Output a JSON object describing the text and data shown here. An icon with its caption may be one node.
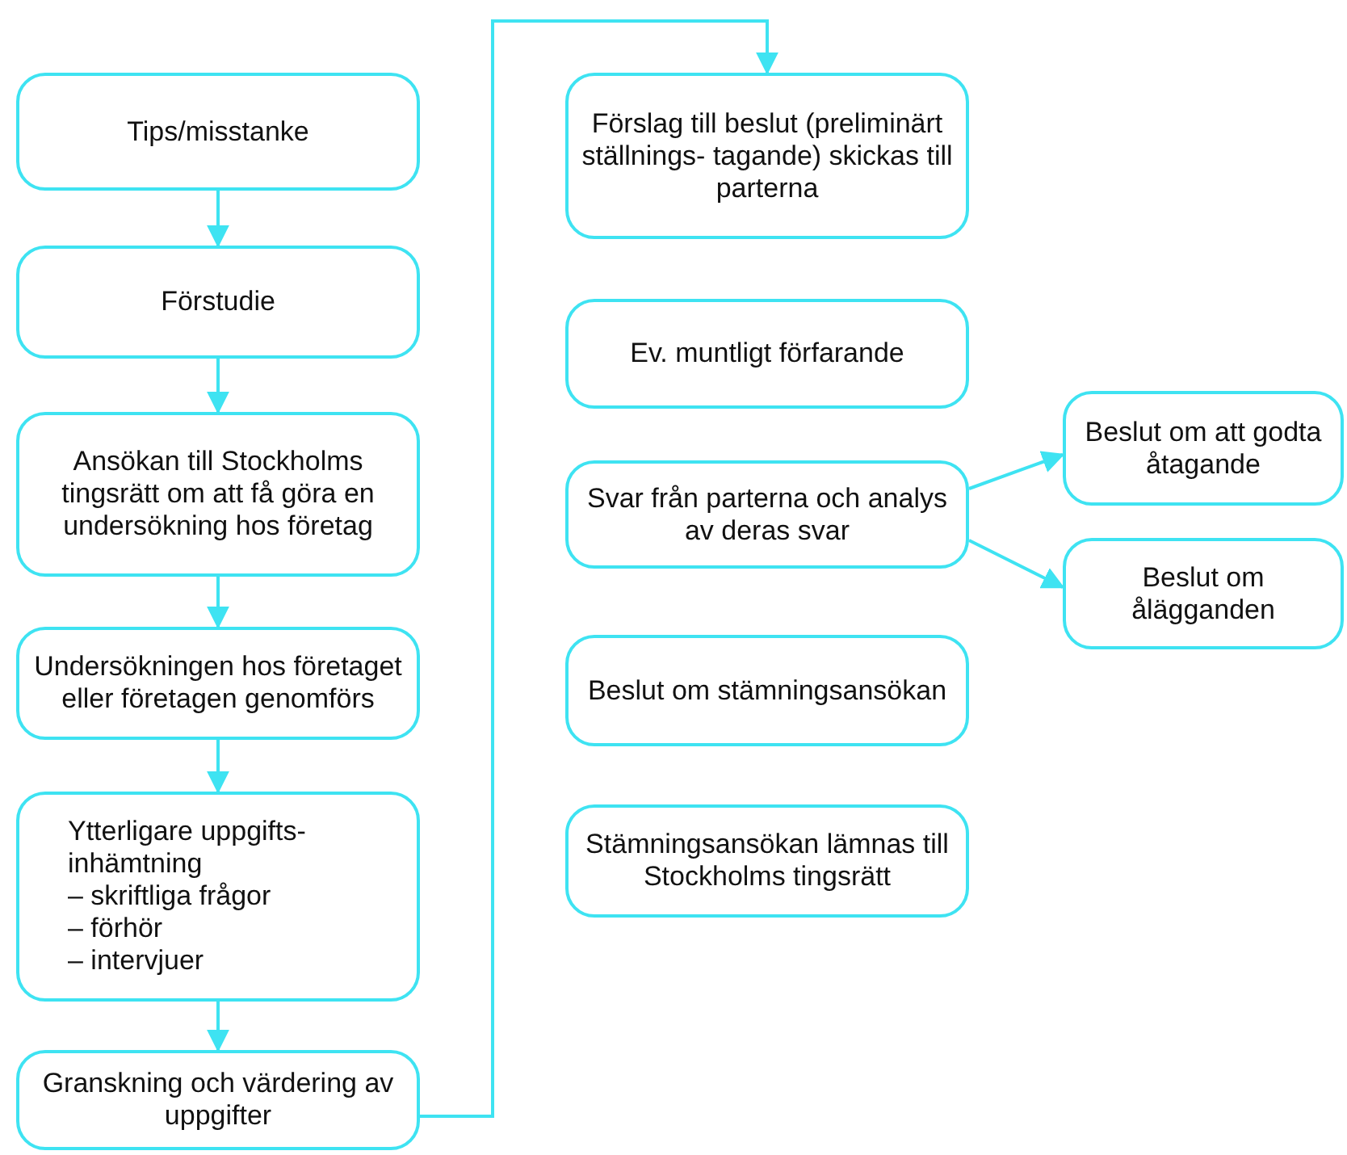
{
  "diagram": {
    "nodes": [
      {
        "text": [
          "Tips/misstanke"
        ]
      },
      {
        "text": [
          "Förstudie"
        ]
      },
      {
        "text": [
          "Ansökan till Stockholms tingsrätt om att få göra en undersökning hos företag"
        ]
      },
      {
        "text": [
          "Undersökningen hos företaget eller företagen genomförs"
        ]
      },
      {
        "text": [
          "Ytterligare uppgifts- inhämtning",
          "– skriftliga frågor",
          "– förhör",
          "– intervjuer"
        ]
      },
      {
        "text": [
          "Granskning och värdering av uppgifter"
        ]
      },
      {
        "text": [
          "Förslag till beslut (preliminärt ställnings- tagande) skickas till parterna"
        ]
      },
      {
        "text": [
          "Ev. muntligt förfarande"
        ]
      },
      {
        "text": [
          "Svar från parterna och analys av deras svar"
        ]
      },
      {
        "text": [
          "Beslut om stämningsansökan"
        ]
      },
      {
        "text": [
          "Stämningsansökan lämnas till Stockholms tingsrätt"
        ]
      },
      {
        "text": [
          "Beslut om att godta åtagande"
        ]
      },
      {
        "text": [
          "Beslut om ålägganden"
        ]
      }
    ],
    "edges": [
      {
        "from": 0,
        "to": 1,
        "arrow": "to"
      },
      {
        "from": 1,
        "to": 2,
        "arrow": "to"
      },
      {
        "from": 2,
        "to": 3,
        "arrow": "to"
      },
      {
        "from": 3,
        "to": 4,
        "arrow": "to"
      },
      {
        "from": 4,
        "to": 5,
        "arrow": "to"
      },
      {
        "from": 5,
        "to": 6,
        "arrow": "to"
      },
      {
        "from": 8,
        "to": 11,
        "arrow": "to"
      },
      {
        "from": 8,
        "to": 12,
        "arrow": "to"
      }
    ]
  }
}
